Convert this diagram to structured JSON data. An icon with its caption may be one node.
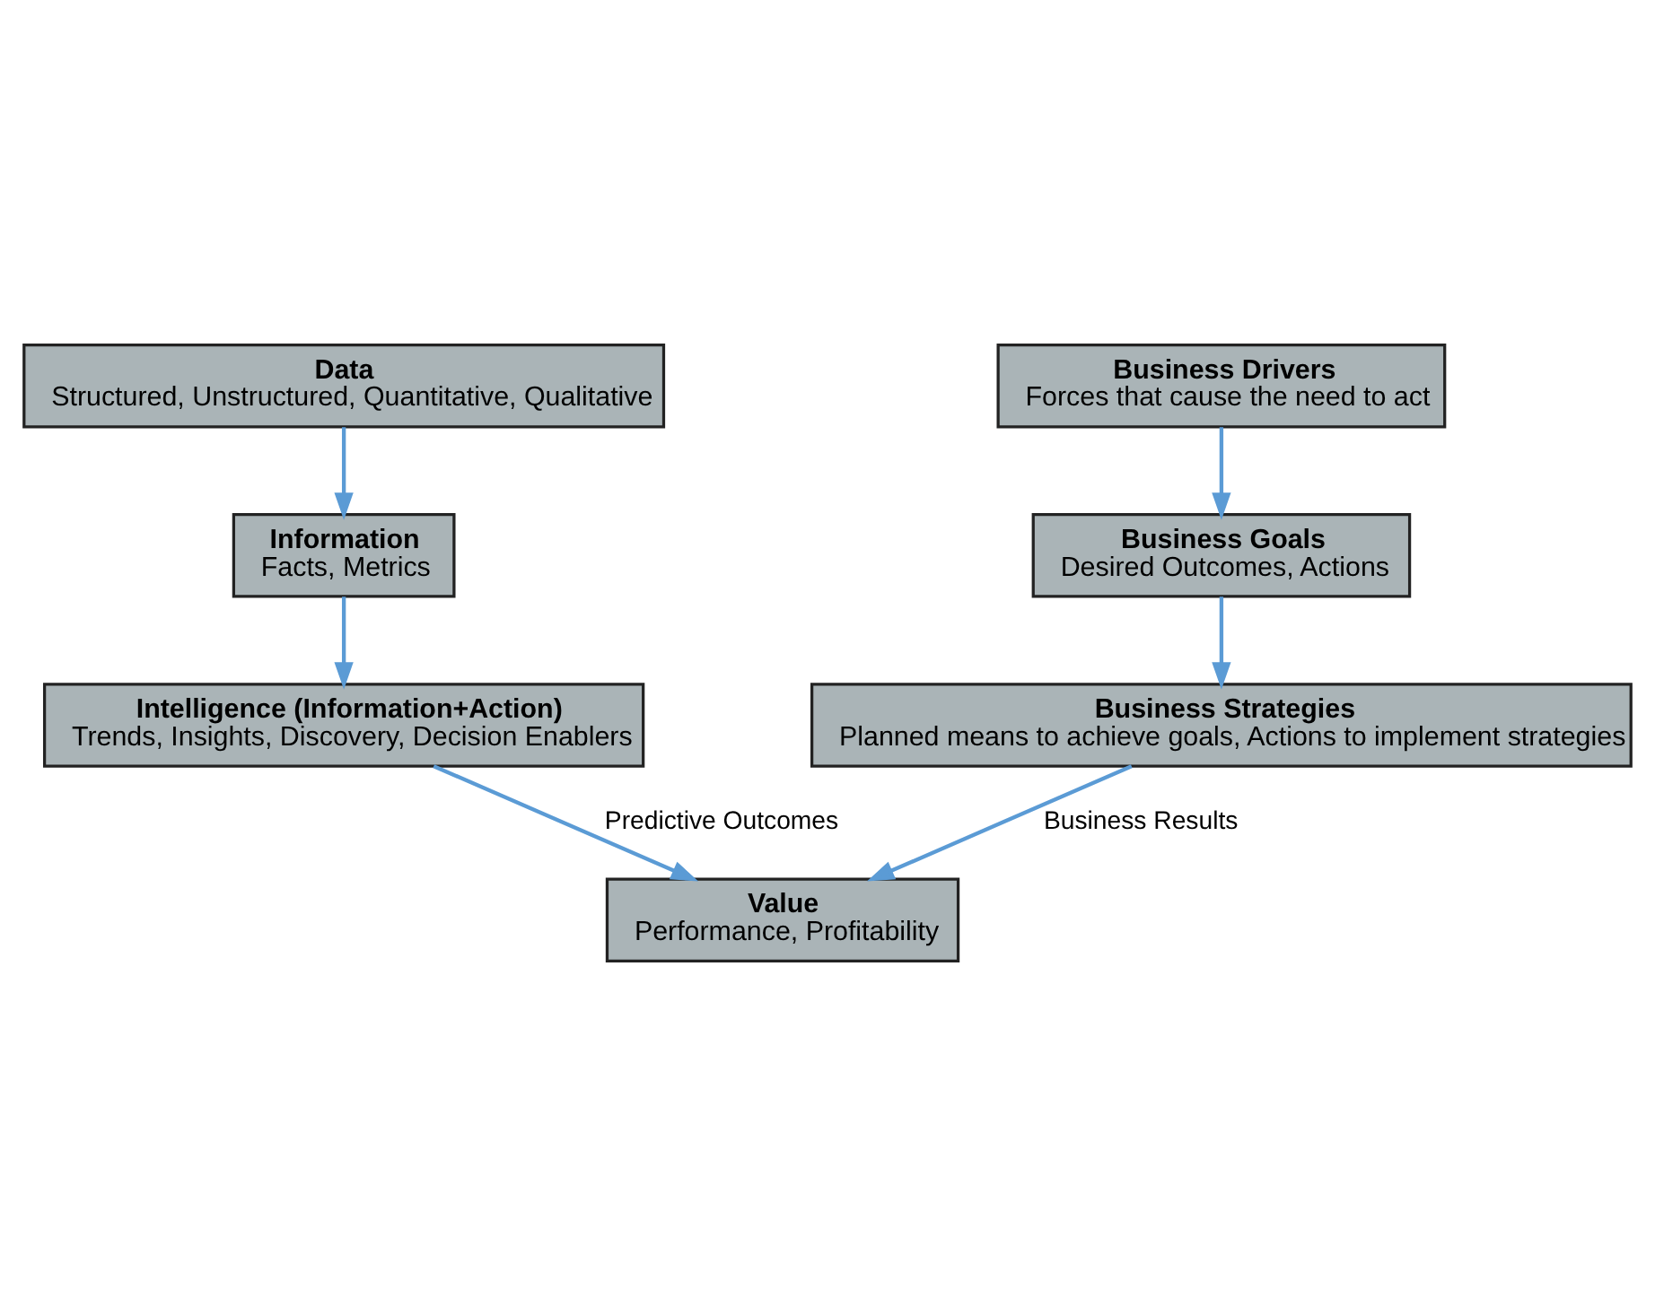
{
  "diagram": {
    "nodes": [
      {
        "text": [
          "Data",
          "Structured, Unstructured, Quantitative, Qualitative"
        ]
      },
      {
        "text": [
          "Information",
          "Facts, Metrics"
        ]
      },
      {
        "text": [
          "Intelligence (Information+Action)",
          "Trends, Insights, Discovery, Decision Enablers"
        ]
      },
      {
        "text": [
          "Business Drivers",
          "Forces that cause the need to act"
        ]
      },
      {
        "text": [
          "Business Goals",
          "Desired Outcomes, Actions"
        ]
      },
      {
        "text": [
          "Business Strategies",
          "Planned means to achieve goals, Actions to implement strategies"
        ]
      },
      {
        "text": [
          "Value",
          "Performance, Profitability"
        ]
      }
    ],
    "edges": [
      {
        "from": 0,
        "to": 1,
        "arrow": "to"
      },
      {
        "from": 1,
        "to": 2,
        "arrow": "to"
      },
      {
        "from": 3,
        "to": 4,
        "arrow": "to"
      },
      {
        "from": 4,
        "to": 5,
        "arrow": "to"
      },
      {
        "from": 2,
        "to": 6,
        "arrow": "to",
        "label": "Predictive Outcomes"
      },
      {
        "from": 5,
        "to": 6,
        "arrow": "to",
        "label": "Business Results"
      }
    ]
  }
}
